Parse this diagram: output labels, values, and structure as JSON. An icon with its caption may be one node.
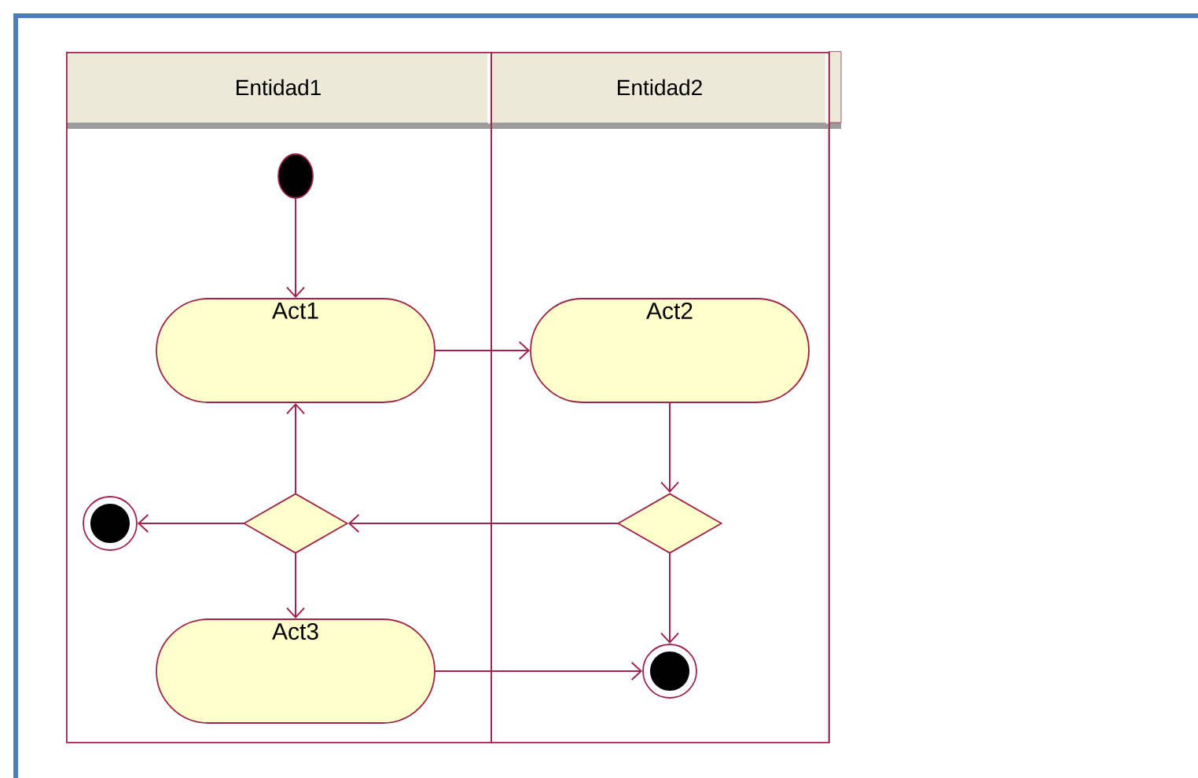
{
  "diagram": {
    "nodes": [
      {
        "text": [
          "Entidad1"
        ]
      },
      {
        "text": [
          "Entidad2"
        ]
      },
      {
        "text": [],
        "shape": "circle",
        "in": 0
      },
      {
        "text": [
          "Act1"
        ],
        "in": 0
      },
      {
        "text": [
          "Act2"
        ],
        "in": 1
      },
      {
        "text": [],
        "shape": "diamond",
        "in": 0
      },
      {
        "text": [],
        "shape": "diamond",
        "in": 1
      },
      {
        "text": [],
        "shape": "bullseye",
        "in": 0
      },
      {
        "text": [
          "Act3"
        ],
        "in": 0
      },
      {
        "text": [],
        "shape": "bullseye",
        "in": 1
      }
    ],
    "edges": [
      {
        "from": 2,
        "to": 3,
        "arrow": "to"
      },
      {
        "from": 3,
        "to": 4,
        "arrow": "to"
      },
      {
        "from": 4,
        "to": 6,
        "arrow": "to"
      },
      {
        "from": 6,
        "to": 5,
        "arrow": "to"
      },
      {
        "from": 5,
        "to": 3,
        "arrow": "to"
      },
      {
        "from": 5,
        "to": 7,
        "arrow": "to"
      },
      {
        "from": 5,
        "to": 8,
        "arrow": "to"
      },
      {
        "from": 6,
        "to": 9,
        "arrow": "to"
      },
      {
        "from": 8,
        "to": 9,
        "arrow": "to"
      }
    ]
  }
}
